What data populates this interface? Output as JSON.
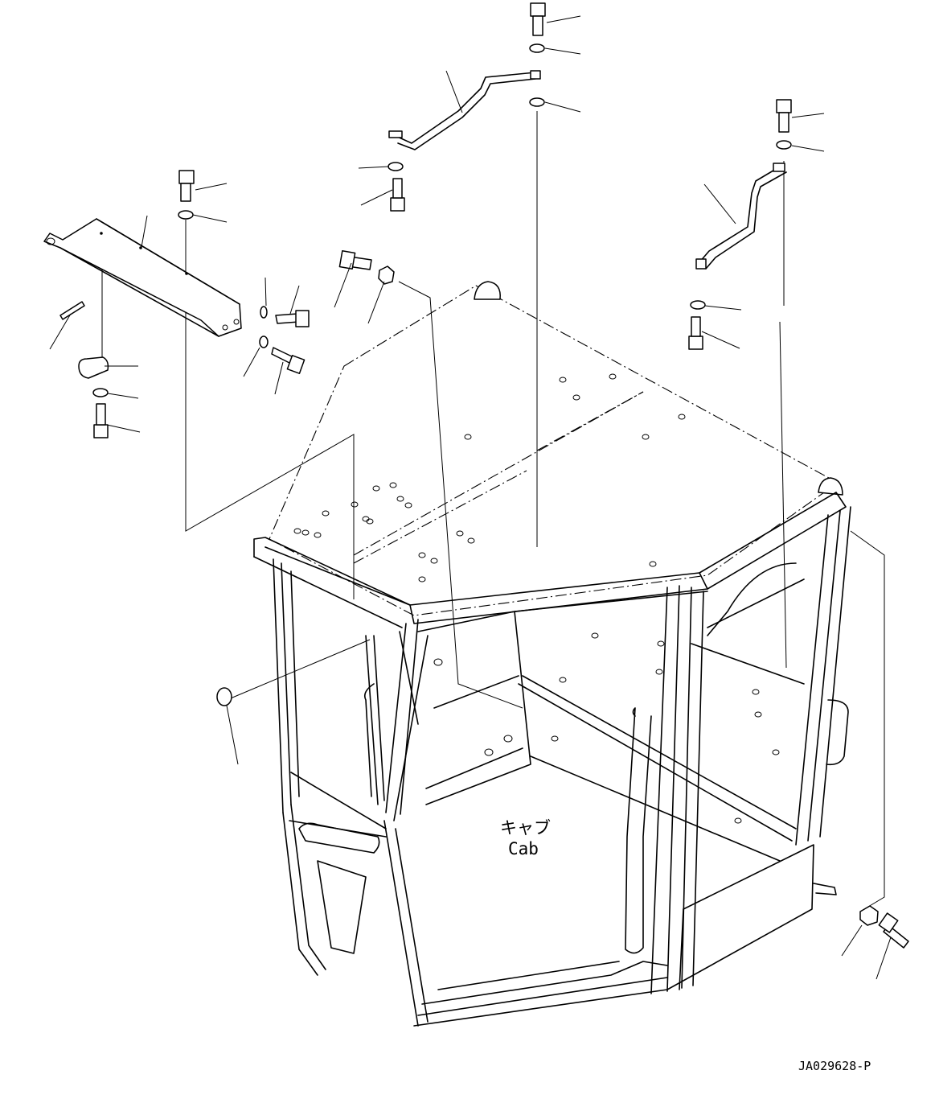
{
  "drawing": {
    "cab_label_jp": "キャブ",
    "cab_label_en": "Cab",
    "drawing_number": "JA029628-P"
  }
}
